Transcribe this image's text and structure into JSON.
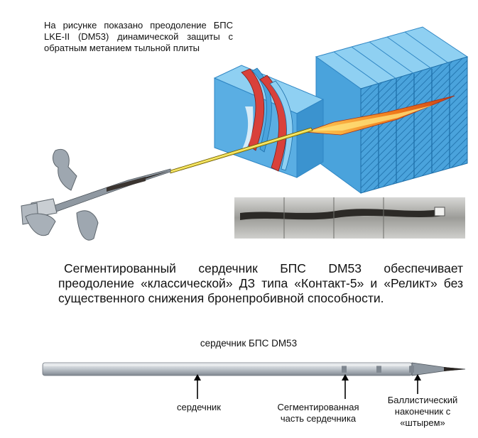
{
  "top_caption": "На рисунке показано преодоление БПС LKE-II (DM53) динамической защиты с обратным метанием тыльной плиты",
  "main_caption": {
    "line1": "Сегментированный сердечник БПС DM53 обеспечивает",
    "line2": "преодоление «классической» ДЗ типа «Контакт-5» и «Реликт» без",
    "line3": "существенного снижения бронепробивной способности."
  },
  "labels": {
    "title": "сердечник БПС DM53",
    "core": "сердечник",
    "segmented_1": "Сегментированная",
    "segmented_2": "часть сердечника",
    "tip_1": "Баллистический",
    "tip_2": "наконечник с",
    "tip_3": "«штырем»"
  },
  "colors": {
    "armor_blue": "#5aaee3",
    "armor_dark": "#2f86c4",
    "plate_red": "#d9413a",
    "penetrator_yellow": "#e8d43a",
    "jet_orange": "#f08a1e",
    "rod_grey": "#c9ced3"
  }
}
